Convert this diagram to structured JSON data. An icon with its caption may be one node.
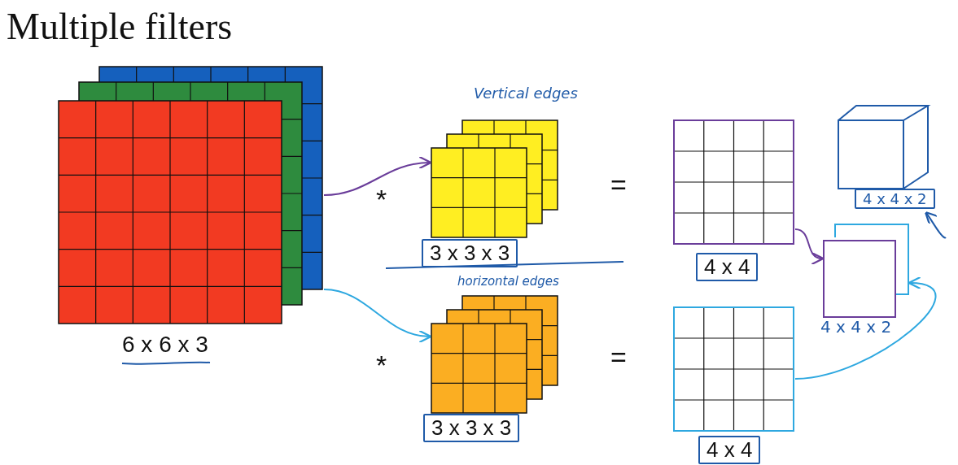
{
  "diagram": {
    "title": "Multiple filters",
    "nodes": [
      {
        "text": [],
        "shape": "box",
        "beside": [
          "6 x 6 x 3"
        ]
      },
      {
        "text": [],
        "shape": "box",
        "beside": [
          "Vertical edges",
          "3 x 3 x 3"
        ]
      },
      {
        "text": [],
        "shape": "box",
        "beside": [
          "horizontal edges",
          "3 x 3 x 3"
        ]
      },
      {
        "text": [],
        "shape": "box",
        "beside": [
          "4 x 4"
        ]
      },
      {
        "text": [],
        "shape": "box",
        "beside": [
          "4 x 4"
        ]
      },
      {
        "text": [],
        "shape": "box",
        "beside": [
          "4 x 4 x 2"
        ]
      },
      {
        "text": [],
        "shape": "box",
        "beside": [
          "4 x 4 x 2"
        ]
      }
    ],
    "edges": [
      {
        "from": 0,
        "to": 1,
        "arrow": "to",
        "color": "#6a3d9a"
      },
      {
        "from": 0,
        "to": 2,
        "arrow": "to",
        "color": "#2ea8e0"
      },
      {
        "from": 3,
        "to": 5,
        "arrow": "to",
        "color": "#6a3d9a"
      },
      {
        "from": 4,
        "to": 5,
        "arrow": "to",
        "color": "#2ea8e0"
      },
      {
        "from": null,
        "to": 6,
        "arrow": "to",
        "color": "#1f5aa8"
      }
    ],
    "labels": [
      "*",
      "=",
      "*",
      "="
    ]
  }
}
